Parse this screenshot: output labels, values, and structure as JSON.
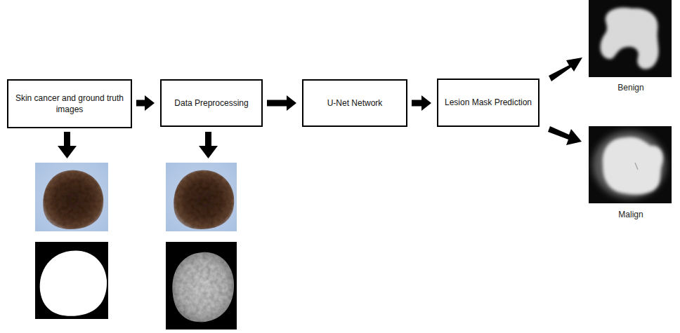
{
  "diagram": {
    "nodes": [
      {
        "text": [
          "Skin cancer and ground truth images"
        ]
      },
      {
        "text": [
          "Data Preprocessing"
        ]
      },
      {
        "text": [
          "U-Net Network"
        ]
      },
      {
        "text": [
          "Lesion Mask Prediction"
        ]
      }
    ],
    "edges": [
      {
        "from": 0,
        "to": 1,
        "arrow": "to"
      },
      {
        "from": 1,
        "to": 2,
        "arrow": "to"
      },
      {
        "from": 2,
        "to": 3,
        "arrow": "to"
      }
    ],
    "labels": [
      "Benign",
      "Malign"
    ]
  }
}
